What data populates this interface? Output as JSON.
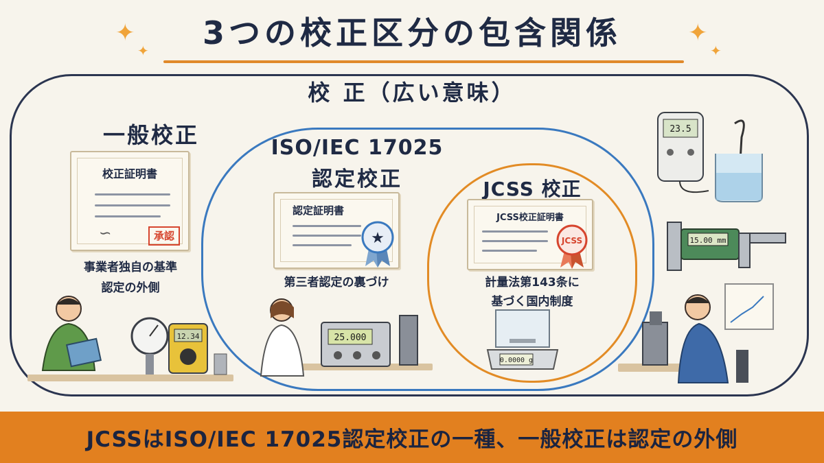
{
  "title": "3つの校正区分の包含関係",
  "outer_label": "校 正（広い意味）",
  "general": {
    "heading": "一般校正",
    "certificate_title": "校正証明書",
    "stamp": "承認",
    "desc_line1": "事業者独自の基準",
    "desc_line2": "認定の外側",
    "multimeter_reading": "12.34"
  },
  "iso": {
    "heading_line1": "ISO/IEC 17025",
    "heading_line2": "認定校正",
    "certificate_title": "認定証明書",
    "desc": "第三者認定の裏づけ",
    "instrument_reading": "25.000"
  },
  "jcss": {
    "heading": "JCSS 校正",
    "certificate_title": "JCSS校正証明書",
    "seal_text": "JCSS",
    "desc_line1": "計量法第143条に",
    "desc_line2": "基づく国内制度",
    "balance_reading": "0.0000 g"
  },
  "right_illustrations": {
    "thermometer_reading": "23.5",
    "caliper_reading": "15.00 mm"
  },
  "footer": "JCSSはISO/IEC 17025認定校正の一種、一般校正は認定の外側",
  "colors": {
    "accent_orange": "#e2801f",
    "iso_blue": "#3a79bf",
    "jcss_orange": "#e28b25",
    "navy": "#1f2a44",
    "stamp_red": "#d6452e"
  }
}
